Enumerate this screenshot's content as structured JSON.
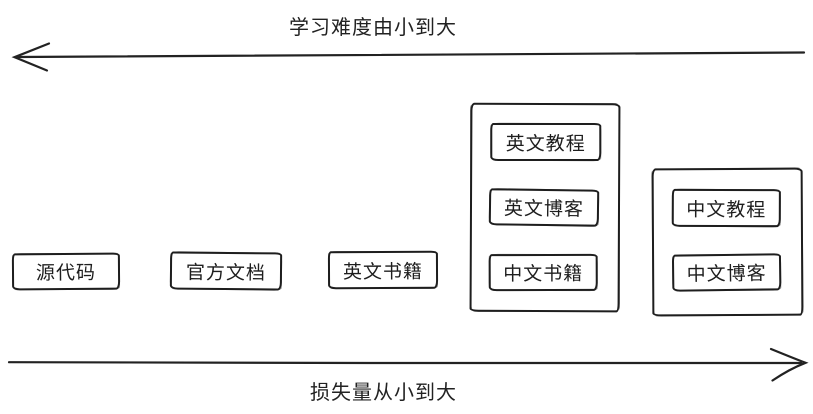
{
  "diagram": {
    "axis_top": {
      "label": "学习难度由小到大",
      "arrow_direction": "left"
    },
    "axis_bottom": {
      "label": "损失量从小到大",
      "arrow_direction": "right"
    },
    "standalone_nodes": [
      {
        "label": "源代码"
      },
      {
        "label": "官方文档"
      },
      {
        "label": "英文书籍"
      }
    ],
    "groups": [
      {
        "items": [
          {
            "label": "英文教程"
          },
          {
            "label": "英文博客"
          },
          {
            "label": "中文书籍"
          }
        ]
      },
      {
        "items": [
          {
            "label": "中文教程"
          },
          {
            "label": "中文博客"
          }
        ]
      }
    ],
    "colors": {
      "ink": "#1e1e1e",
      "background": "#ffffff"
    }
  }
}
